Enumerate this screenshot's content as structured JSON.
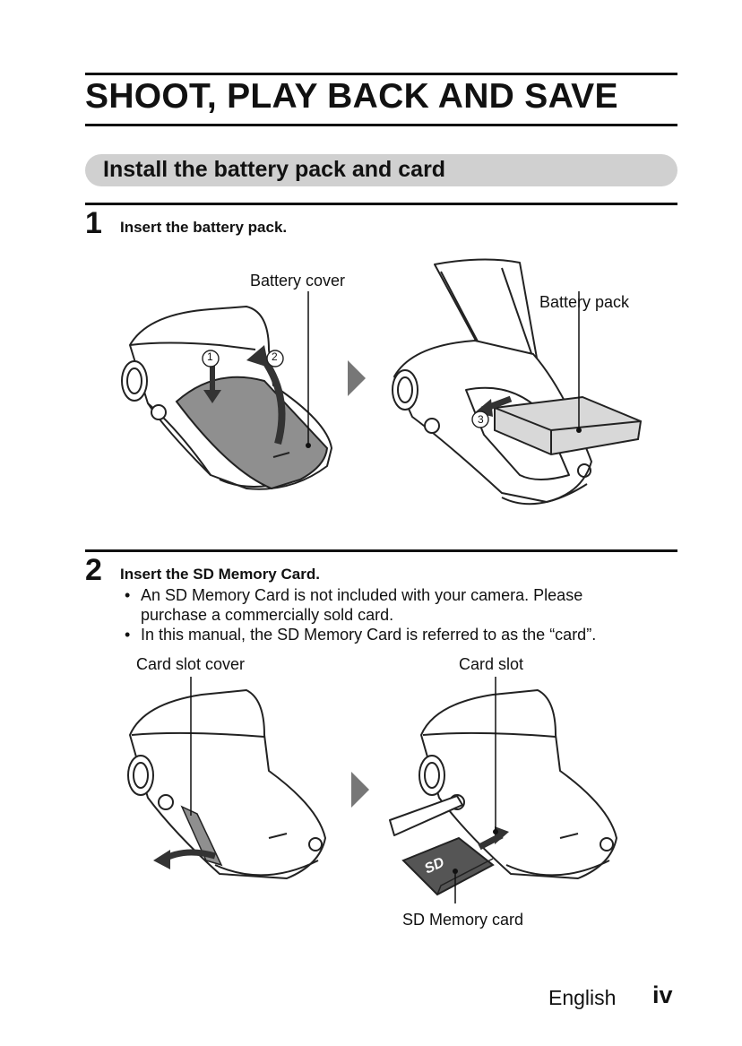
{
  "header": {
    "title": "SHOOT, PLAY BACK AND SAVE"
  },
  "section": {
    "title": "Install the battery pack and card"
  },
  "step1": {
    "number": "1",
    "text": "Insert the battery pack.",
    "labels": {
      "battery_cover": "Battery cover",
      "battery_pack": "Battery pack",
      "marker_1": "1",
      "marker_2": "2",
      "marker_3": "3"
    }
  },
  "step2": {
    "number": "2",
    "text": "Insert the SD Memory Card.",
    "bullets": [
      "An SD Memory Card is not included with your camera. Please purchase a commercially sold card.",
      "In this manual, the SD Memory Card is referred to as the “card”."
    ],
    "bullet_symbol": "•",
    "labels": {
      "card_slot_cover": "Card slot cover",
      "card_slot": "Card slot",
      "sd_memory_card": "SD Memory card",
      "sd_logo": "SD"
    }
  },
  "footer": {
    "language": "English",
    "page": "iv"
  },
  "colors": {
    "rule": "#111111",
    "pill": "#d0d0d0",
    "cover_gray": "#8f8f8f"
  }
}
